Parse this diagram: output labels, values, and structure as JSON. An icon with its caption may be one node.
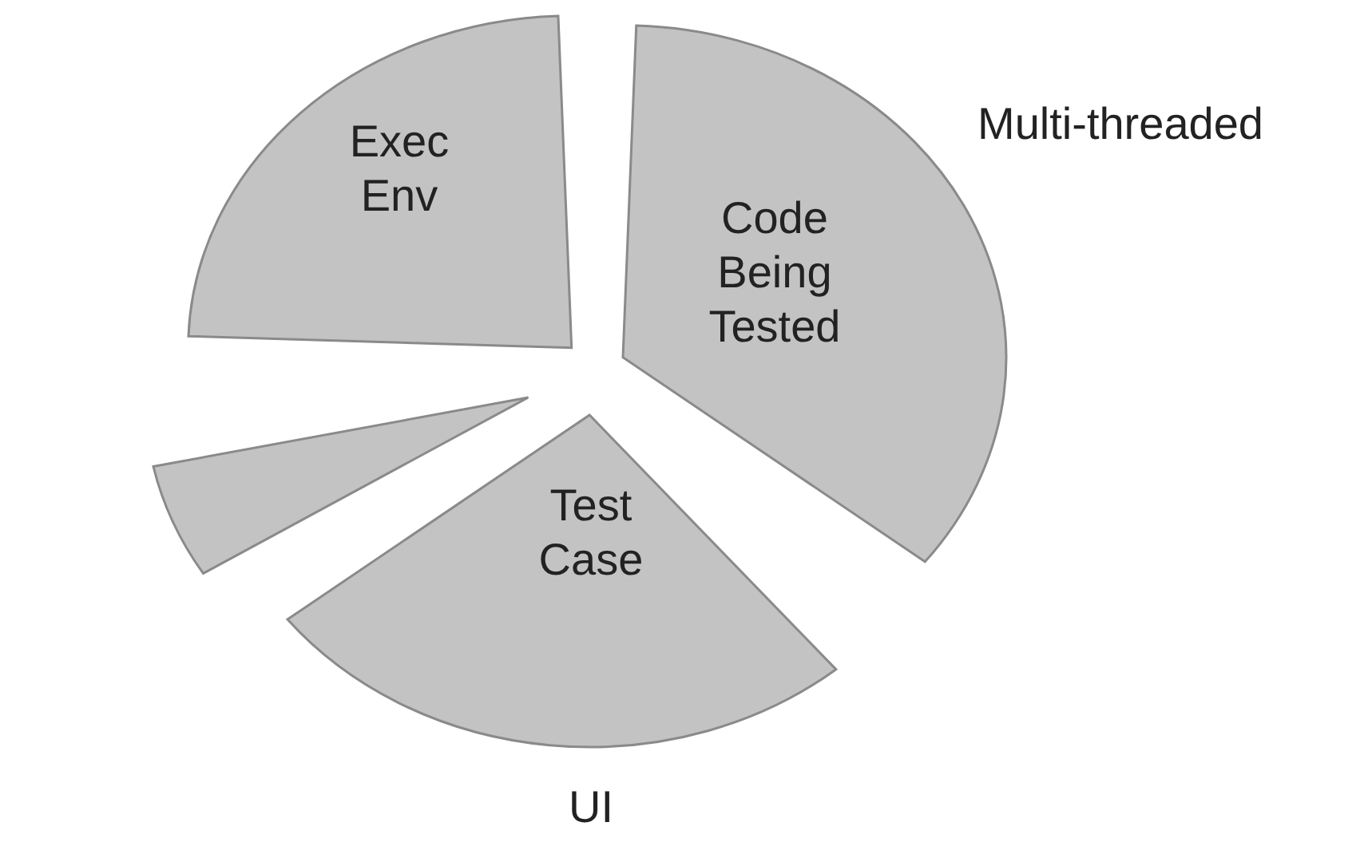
{
  "diagram": {
    "nodes": [
      {
        "text": [
          "Exec Env"
        ]
      },
      {
        "text": [
          "Code Being Tested"
        ]
      },
      {
        "text": [
          "Test Case"
        ]
      },
      {
        "text": [],
        "shape": "wedge"
      }
    ],
    "labels": [
      "Multi-threaded",
      "UI"
    ]
  }
}
